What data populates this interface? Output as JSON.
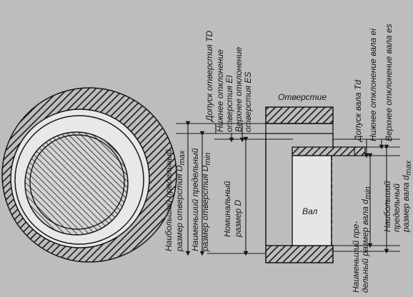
{
  "colors": {
    "paper": "#bdbdbd",
    "ink": "#161616",
    "hatch": "#1a1a1a",
    "shaft_fill": "#e6e6e6"
  },
  "labels": {
    "hole": "Отверстие",
    "shaft": "Вал",
    "td_hole": "Допуск отверстия TD",
    "ei_hole_1": "Нижнее отклонение",
    "ei_hole_2": "отверстия EI",
    "es_hole_1": "Верхнее отклонение",
    "es_hole_2": "отверстия ES",
    "dmax_1": "Наибольший предельный",
    "dmax_2": "размер отверстия D",
    "dmax_sub": "max",
    "dmin_1": "Наименьший предельный",
    "dmin_2": "размер отверстия D",
    "dmin_sub": "min",
    "nom_1": "Номинальный",
    "nom_2": "размер  D",
    "td_shaft": "Допуск вала Td",
    "ei_shaft": "Нижнее отклонение вала ei",
    "es_shaft": "Верхнее отклонение вала es",
    "dmin_shaft_1": "Наименьший пре-",
    "dmin_shaft_2": "дельный размер вала d",
    "dmin_shaft_sub": "min",
    "dmax_shaft_1": "Наибольший",
    "dmax_shaft_2": "предельный",
    "dmax_shaft_3": "размер вала d",
    "dmax_shaft_sub": "max"
  }
}
